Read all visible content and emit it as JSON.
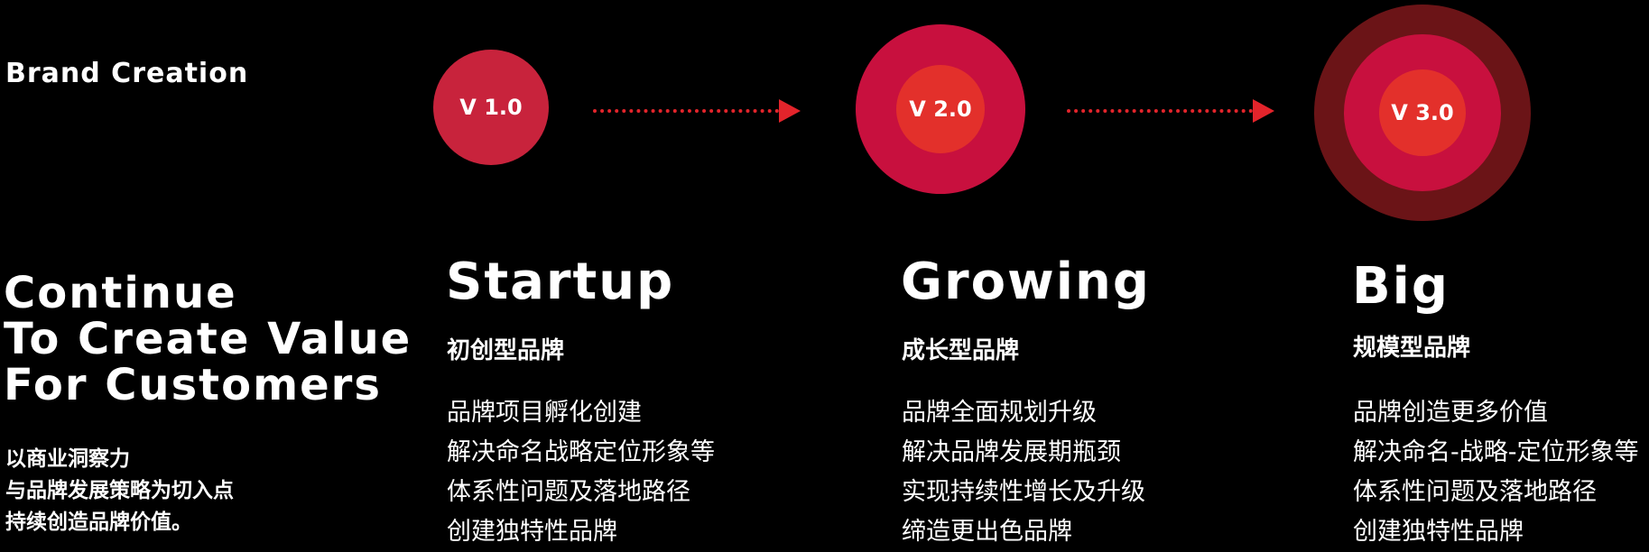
{
  "brand_label": "Brand Creation",
  "tagline": [
    "Continue",
    "To Create Value",
    "For Customers"
  ],
  "intro": [
    "以商业洞察力",
    "与品牌发展策略为切入点",
    "持续创造品牌价值。"
  ],
  "colors": {
    "background": "#000000",
    "text": "#ffffff",
    "accent_red": "#e3242b",
    "v1_circle": "#c8233c",
    "v2_outer": "#c8102e",
    "v2_inner": "#e3302b",
    "v3_outer": "#6b1417",
    "v3_middle": "#c8102e",
    "v3_inner": "#e3302b"
  },
  "stages": [
    {
      "version": "V 1.0",
      "title": "Startup",
      "subtitle": "初创型品牌",
      "points": [
        "品牌项目孵化创建",
        "解决命名战略定位形象等",
        "体系性问题及落地路径",
        "创建独特性品牌"
      ]
    },
    {
      "version": "V 2.0",
      "title": "Growing",
      "subtitle": "成长型品牌",
      "points": [
        "品牌全面规划升级",
        "解决品牌发展期瓶颈",
        "实现持续性增长及升级",
        "缔造更出色品牌"
      ]
    },
    {
      "version": "V 3.0",
      "title": "Big",
      "subtitle": "规模型品牌",
      "points": [
        "品牌创造更多价值",
        "解决命名-战略-定位形象等",
        "体系性问题及落地路径",
        "创建独特性品牌"
      ]
    }
  ]
}
